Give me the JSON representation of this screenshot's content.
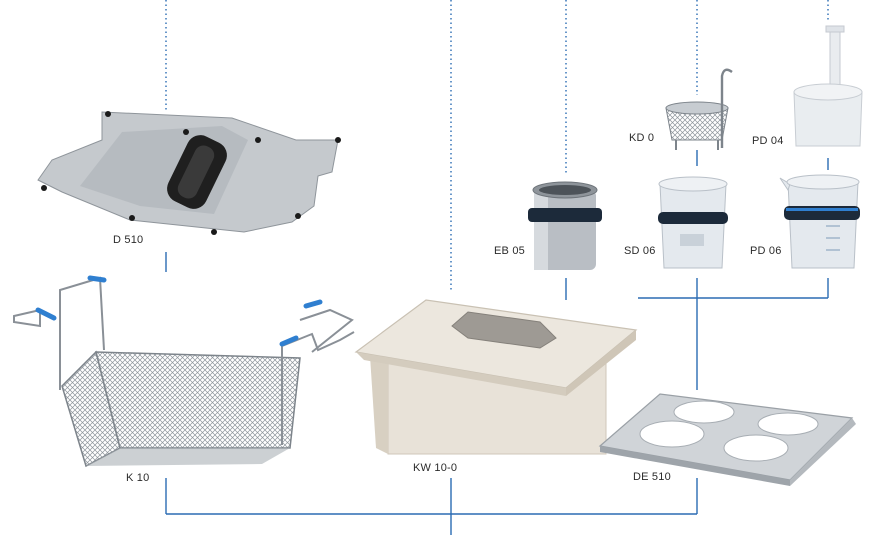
{
  "accessories": [
    {
      "id": "d510",
      "label": "D 510"
    },
    {
      "id": "k10",
      "label": "K 10"
    },
    {
      "id": "kw100",
      "label": "KW 10-0"
    },
    {
      "id": "eb05",
      "label": "EB 05"
    },
    {
      "id": "kd0",
      "label": "KD 0"
    },
    {
      "id": "sd06",
      "label": "SD 06"
    },
    {
      "id": "pd04",
      "label": "PD 04"
    },
    {
      "id": "pd06",
      "label": "PD 06"
    },
    {
      "id": "de510",
      "label": "DE 510"
    }
  ],
  "colors": {
    "line": "#2b6cb3",
    "steel": "#b9bec4",
    "handle": "#1f1f1f",
    "grip": "#2f7fd0",
    "tray": "#e6e0d6",
    "clear": "#dfe5ea",
    "ring": "#1c2a3a"
  }
}
